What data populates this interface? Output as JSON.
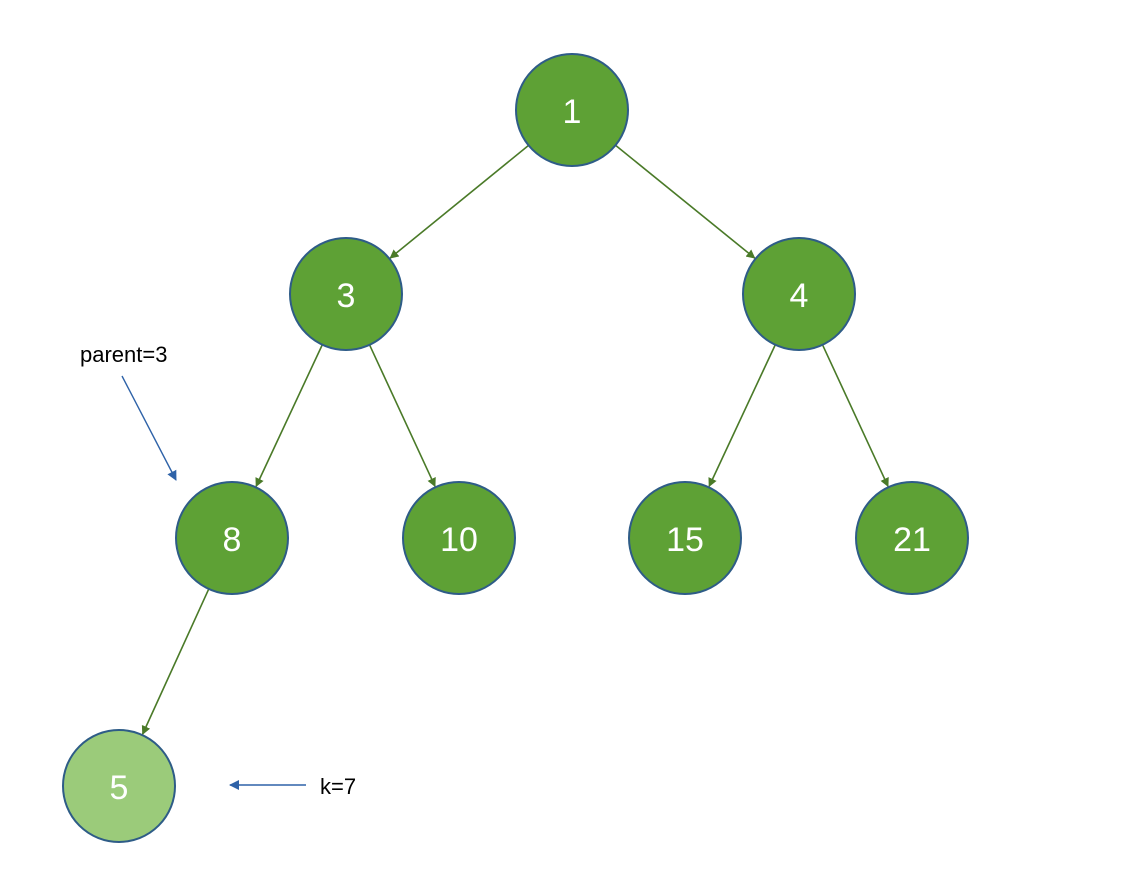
{
  "colors": {
    "node_fill": "#5EA135",
    "node_fill_new": "#9BCB7A",
    "node_stroke": "#2E5C87",
    "edge": "#4A7A28",
    "annotation_arrow": "#2E62A8"
  },
  "nodes": [
    {
      "id": "n1",
      "label": "1"
    },
    {
      "id": "n3",
      "label": "3"
    },
    {
      "id": "n4",
      "label": "4"
    },
    {
      "id": "n8",
      "label": "8"
    },
    {
      "id": "n10",
      "label": "10"
    },
    {
      "id": "n15",
      "label": "15"
    },
    {
      "id": "n21",
      "label": "21"
    },
    {
      "id": "n5",
      "label": "5",
      "highlight": "new"
    }
  ],
  "edges": [
    {
      "from": "n1",
      "to": "n3"
    },
    {
      "from": "n1",
      "to": "n4"
    },
    {
      "from": "n3",
      "to": "n8"
    },
    {
      "from": "n3",
      "to": "n10"
    },
    {
      "from": "n4",
      "to": "n15"
    },
    {
      "from": "n4",
      "to": "n21"
    },
    {
      "from": "n8",
      "to": "n5"
    }
  ],
  "annotations": {
    "parent": "parent=3",
    "k": "k=7"
  }
}
